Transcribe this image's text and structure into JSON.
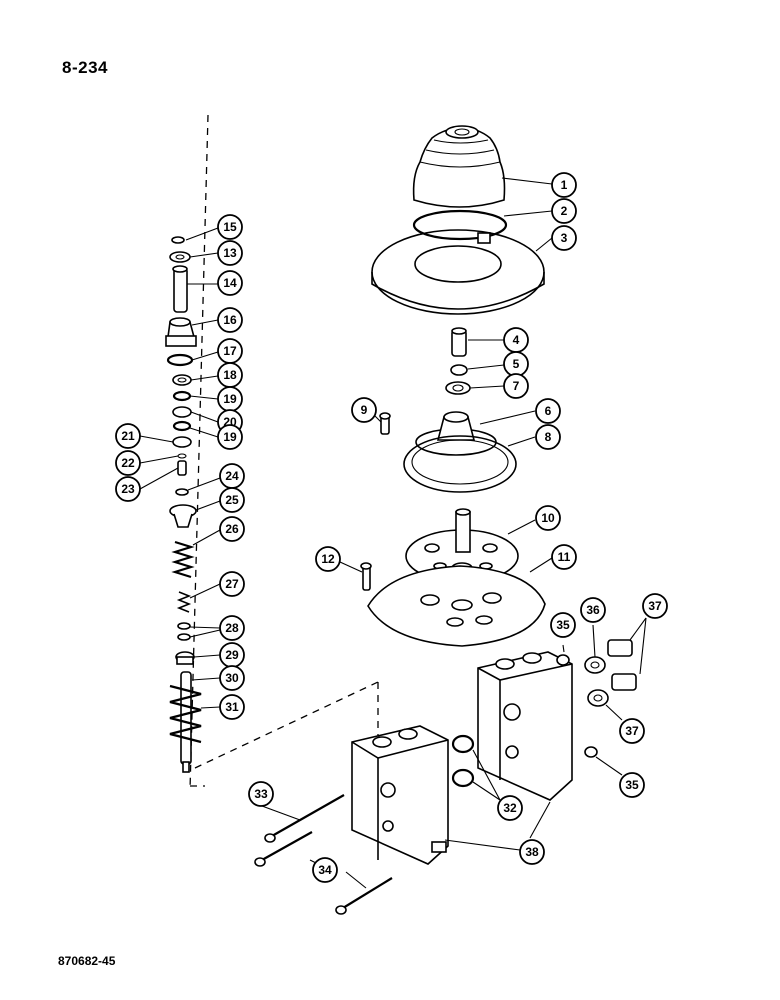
{
  "page_number": "8-234",
  "figure_id": "870682-45",
  "callouts": [
    {
      "id": "c1",
      "label": "1"
    },
    {
      "id": "c2",
      "label": "2"
    },
    {
      "id": "c3",
      "label": "3"
    },
    {
      "id": "c4",
      "label": "4"
    },
    {
      "id": "c5",
      "label": "5"
    },
    {
      "id": "c6",
      "label": "6"
    },
    {
      "id": "c7",
      "label": "7"
    },
    {
      "id": "c8",
      "label": "8"
    },
    {
      "id": "c9",
      "label": "9"
    },
    {
      "id": "c10",
      "label": "10"
    },
    {
      "id": "c11",
      "label": "11"
    },
    {
      "id": "c12",
      "label": "12"
    },
    {
      "id": "c13",
      "label": "13"
    },
    {
      "id": "c14",
      "label": "14"
    },
    {
      "id": "c15",
      "label": "15"
    },
    {
      "id": "c16",
      "label": "16"
    },
    {
      "id": "c17",
      "label": "17"
    },
    {
      "id": "c18",
      "label": "18"
    },
    {
      "id": "c19a",
      "label": "19"
    },
    {
      "id": "c19b",
      "label": "19"
    },
    {
      "id": "c20",
      "label": "20"
    },
    {
      "id": "c21",
      "label": "21"
    },
    {
      "id": "c22",
      "label": "22"
    },
    {
      "id": "c23",
      "label": "23"
    },
    {
      "id": "c24",
      "label": "24"
    },
    {
      "id": "c25",
      "label": "25"
    },
    {
      "id": "c26",
      "label": "26"
    },
    {
      "id": "c27",
      "label": "27"
    },
    {
      "id": "c28",
      "label": "28"
    },
    {
      "id": "c29",
      "label": "29"
    },
    {
      "id": "c30",
      "label": "30"
    },
    {
      "id": "c31",
      "label": "31"
    },
    {
      "id": "c32",
      "label": "32"
    },
    {
      "id": "c33",
      "label": "33"
    },
    {
      "id": "c34",
      "label": "34"
    },
    {
      "id": "c35a",
      "label": "35"
    },
    {
      "id": "c35b",
      "label": "35"
    },
    {
      "id": "c36",
      "label": "36"
    },
    {
      "id": "c37a",
      "label": "37"
    },
    {
      "id": "c37b",
      "label": "37"
    },
    {
      "id": "c38",
      "label": "38"
    }
  ]
}
